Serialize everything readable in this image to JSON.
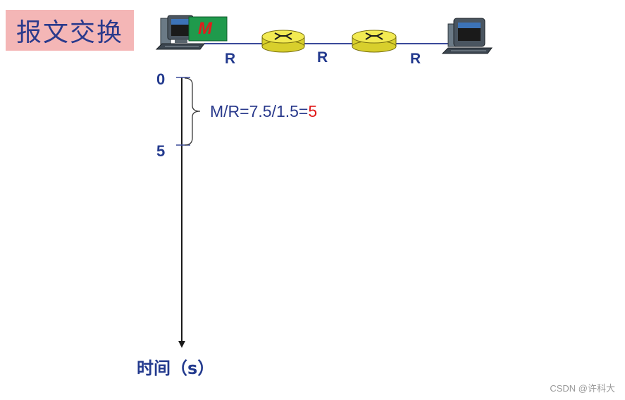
{
  "title": "报文交换",
  "message_label": "M",
  "links": [
    "R",
    "R",
    "R"
  ],
  "time_axis": {
    "ticks": [
      "0",
      "5"
    ],
    "label": "时间（s）"
  },
  "formula": {
    "expression": "M/R=7.5/1.5=",
    "result": "5"
  },
  "watermark": "CSDN @许科大",
  "colors": {
    "title_bg": "#f4b6b6",
    "text_blue": "#2a3a8c",
    "result_red": "#e01b1b",
    "router_yellow": "#f2ea52",
    "message_green": "#1f9a4c"
  }
}
